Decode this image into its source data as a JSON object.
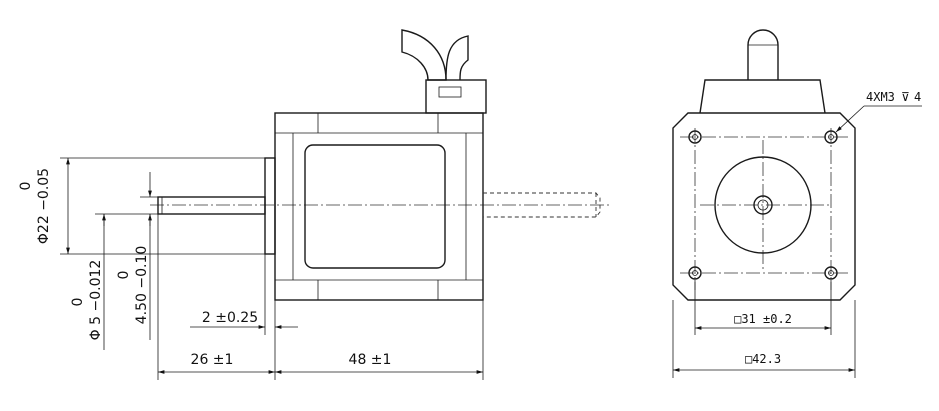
{
  "side_view": {
    "shaft_dia_zero": "0",
    "shaft_dia": "Φ 5 −0.012",
    "shaft_flat_zero": "0",
    "shaft_flat": "4.50 −0.10",
    "boss_dia_zero": "0",
    "boss_dia": "Φ22 −0.05",
    "boss_height": "2 ±0.25",
    "shaft_length": "26 ±1",
    "body_length": "48 ±1"
  },
  "front_view": {
    "mounting_holes": "4XM3",
    "mounting_depth_symbol": "⊽",
    "mounting_depth": "4",
    "hole_spacing": "□31 ±0.2",
    "flange_size": "□42.3"
  }
}
